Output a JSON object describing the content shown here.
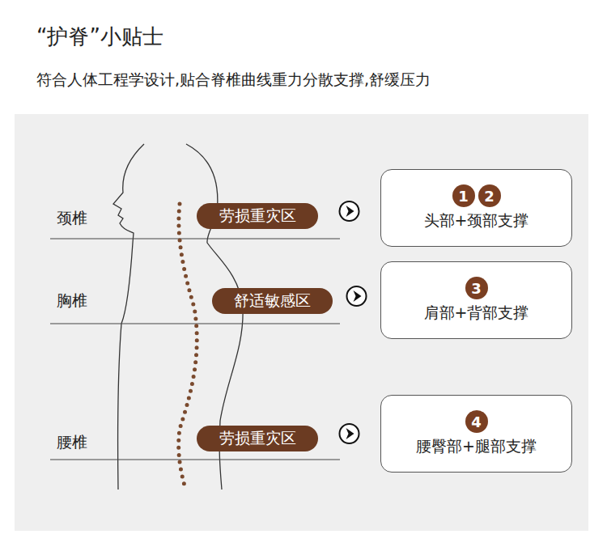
{
  "diagram": {
    "title": "“护脊”小贴士",
    "nodes": [
      {
        "text": [
          "劳损重灾区"
        ]
      },
      {
        "text": [
          "1",
          "2",
          "头部+颈部支撑"
        ]
      },
      {
        "text": [
          "舒适敏感区"
        ]
      },
      {
        "text": [
          "3",
          "肩部+背部支撑"
        ]
      },
      {
        "text": [
          "劳损重灾区"
        ]
      },
      {
        "text": [
          "4",
          "腰臀部+腿部支撑"
        ]
      }
    ],
    "edges": [
      {
        "from": 0,
        "to": 1,
        "arrow": "to"
      },
      {
        "from": 2,
        "to": 3,
        "arrow": "to"
      },
      {
        "from": 4,
        "to": 5,
        "arrow": "to"
      }
    ],
    "labels": [
      "符合人体工程学设计,贴合脊椎曲线重力分散支撑,舒缓压力",
      "颈椎",
      "胸椎",
      "腰椎"
    ]
  }
}
